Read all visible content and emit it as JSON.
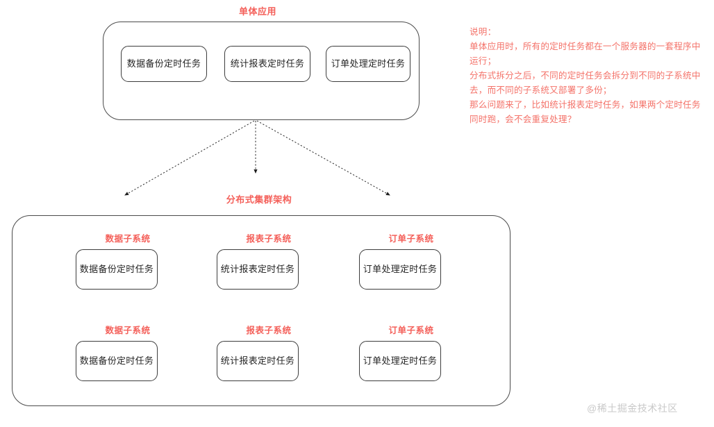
{
  "diagram": {
    "background": "#ffffff",
    "accent_red": "#f4605a",
    "desc_red": "#f4736a",
    "line_color": "#4a4a4a",
    "monolith": {
      "title": "单体应用",
      "tasks": [
        {
          "label": "数据备份定时任务"
        },
        {
          "label": "统计报表定时任务"
        },
        {
          "label": "订单处理定时任务"
        }
      ]
    },
    "distributed": {
      "title": "分布式集群架构",
      "rows": [
        {
          "subsystems": [
            {
              "name": "数据子系统",
              "task": "数据备份定时任务"
            },
            {
              "name": "报表子系统",
              "task": "统计报表定时任务"
            },
            {
              "name": "订单子系统",
              "task": "订单处理定时任务"
            }
          ]
        },
        {
          "subsystems": [
            {
              "name": "数据子系统",
              "task": "数据备份定时任务"
            },
            {
              "name": "报表子系统",
              "task": "统计报表定时任务"
            },
            {
              "name": "订单子系统",
              "task": "订单处理定时任务"
            }
          ]
        }
      ]
    },
    "description": {
      "heading": "说明：",
      "lines": [
        "单体应用时，所有的定时任务都在一个服务器的一套程序中运行；",
        "分布式拆分之后，不同的定时任务会拆分到不同的子系统中去，而不同的子系统又部署了多份；",
        "那么问题来了，比如统计报表定时任务，如果两个定时任务同时跑，会不会重复处理？"
      ]
    },
    "watermark": "@稀土掘金技术社区"
  }
}
